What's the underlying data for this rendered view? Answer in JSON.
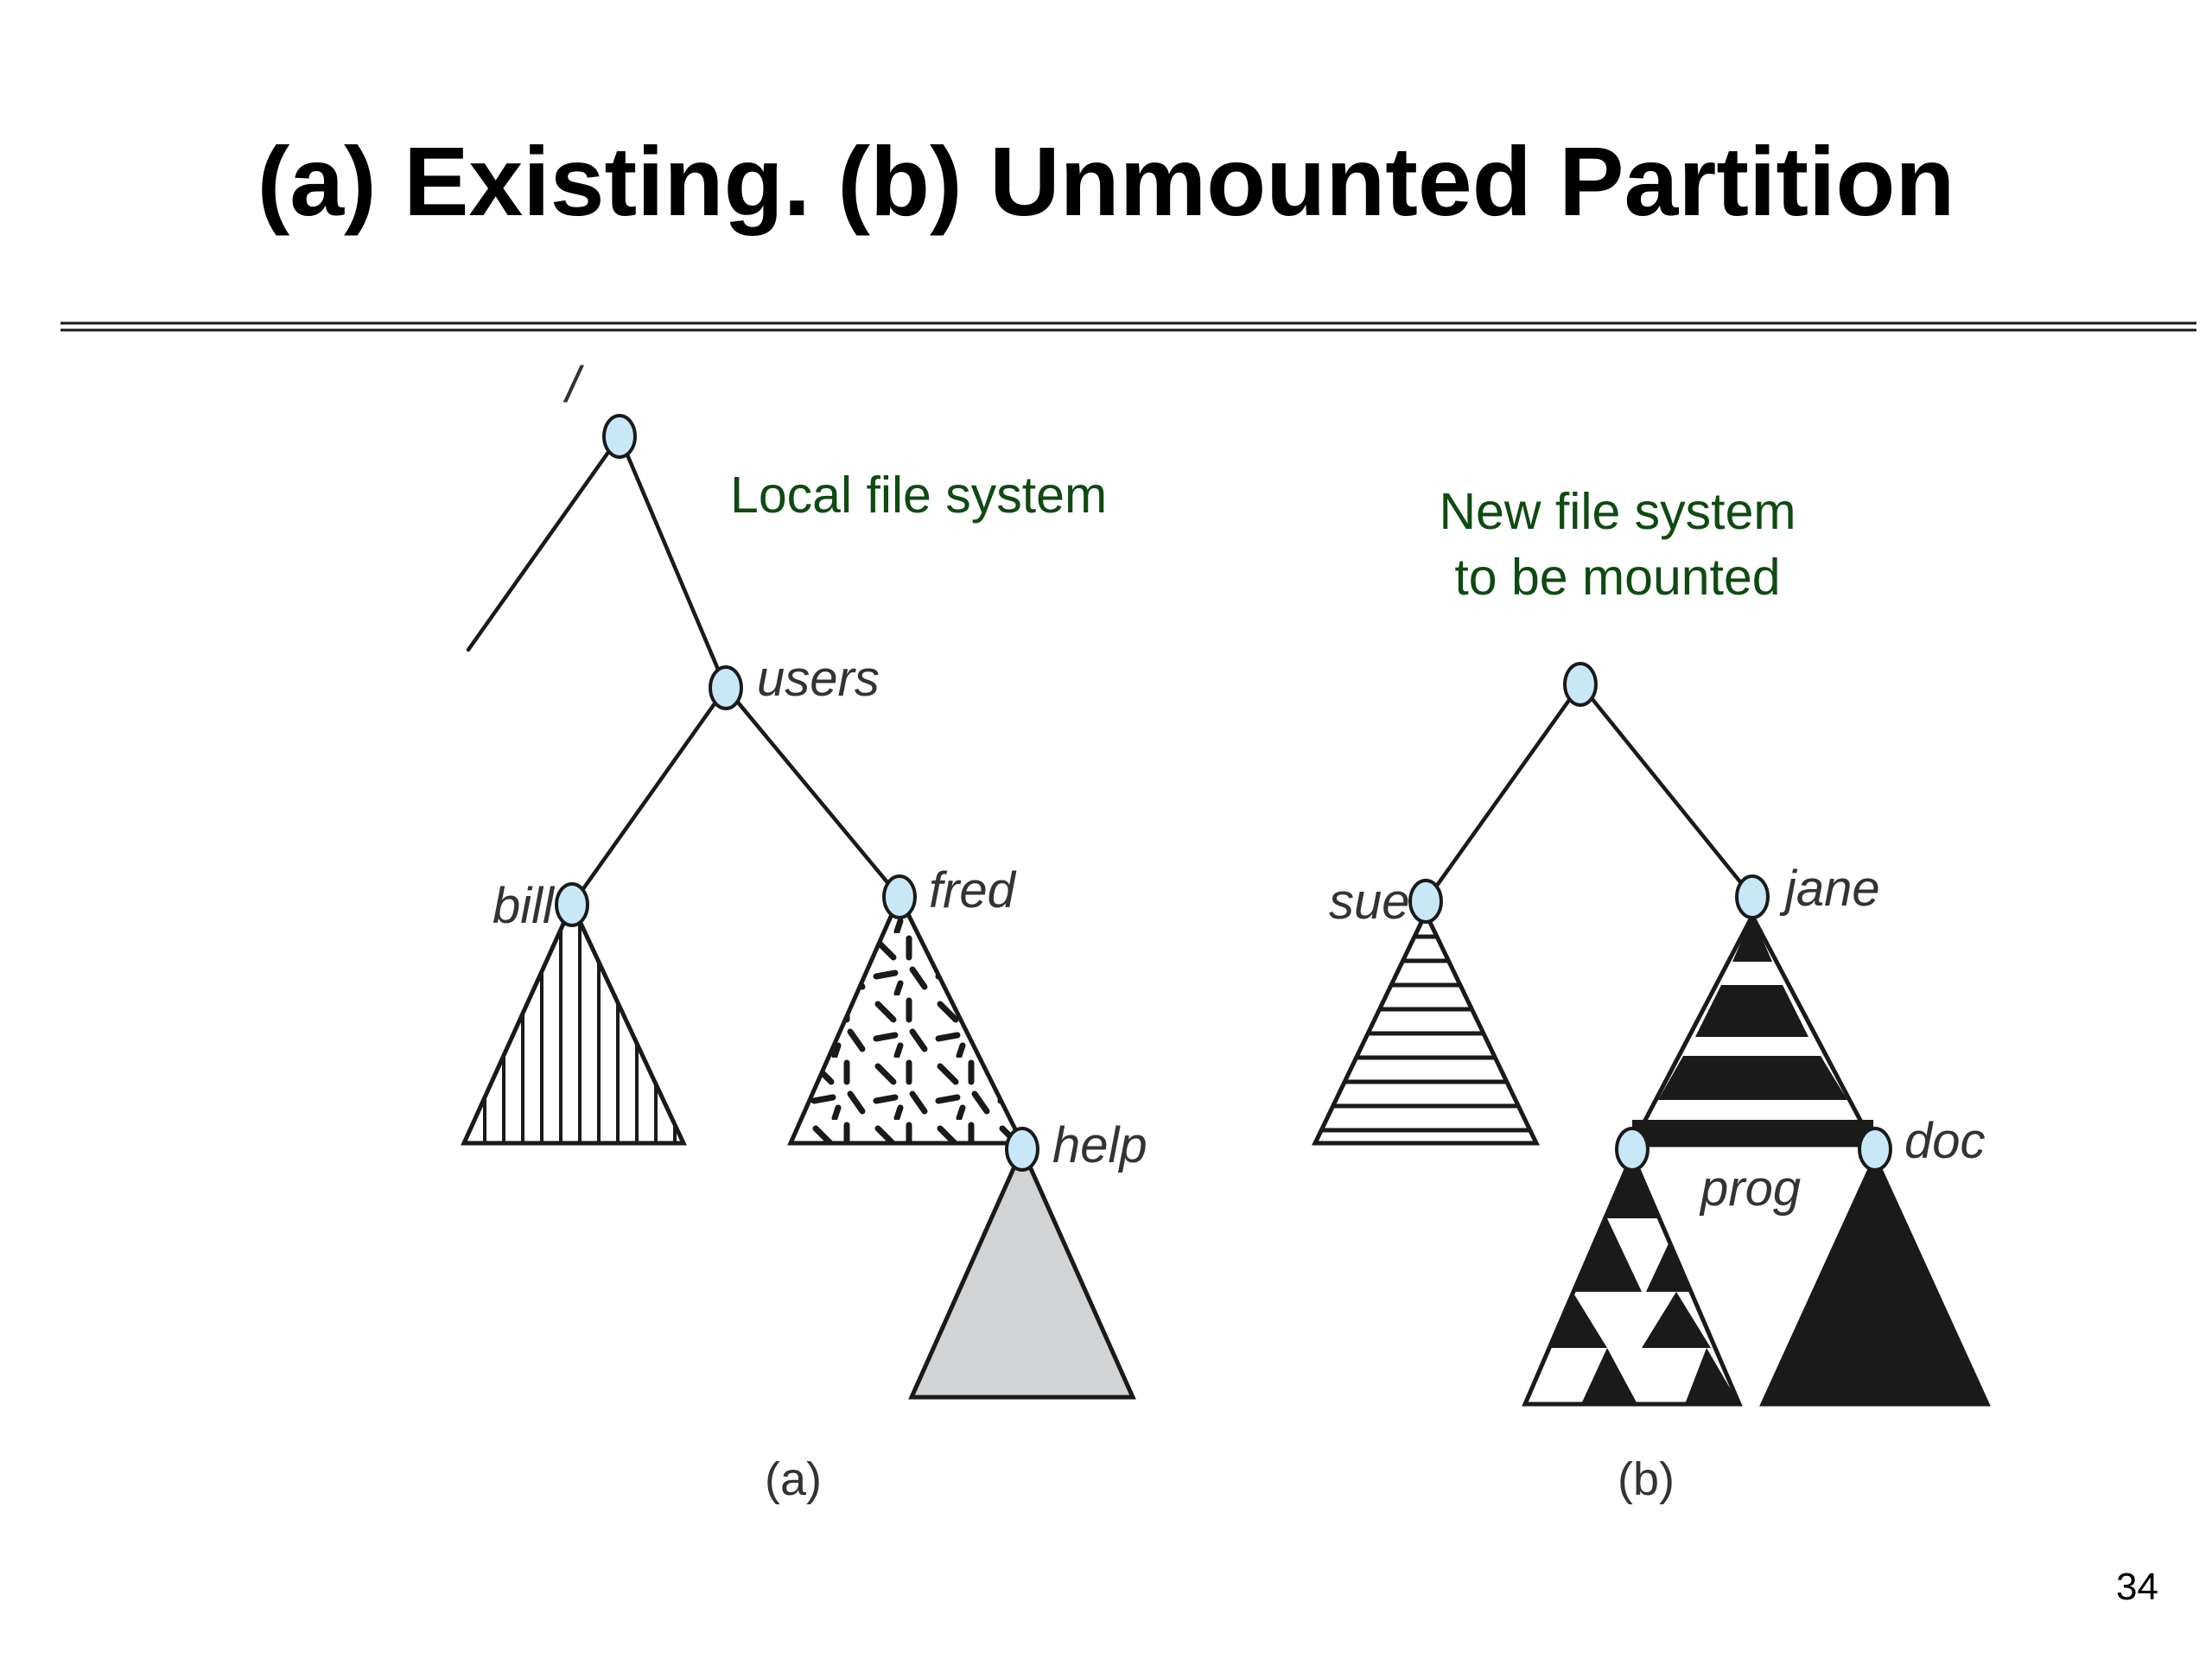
{
  "slide": {
    "title": "(a) Existing.  (b) Unmounted Partition",
    "page_number": "34"
  },
  "diagram": {
    "panel_a": {
      "caption": "Local file system",
      "sublabel": "(a)",
      "nodes": {
        "root": "/",
        "users": "users",
        "bill": "bill",
        "fred": "fred",
        "help": "help"
      }
    },
    "panel_b": {
      "caption_line1": "New  file system",
      "caption_line2": "to be mounted",
      "sublabel": "(b)",
      "nodes": {
        "sue": "sue",
        "jane": "jane",
        "prog": "prog",
        "doc": "doc"
      }
    },
    "colors": {
      "node_fill": "#c8e8f8",
      "caption": "#0f4a12",
      "help_fill": "#d2d3d5",
      "black": "#1a1a1a"
    }
  }
}
